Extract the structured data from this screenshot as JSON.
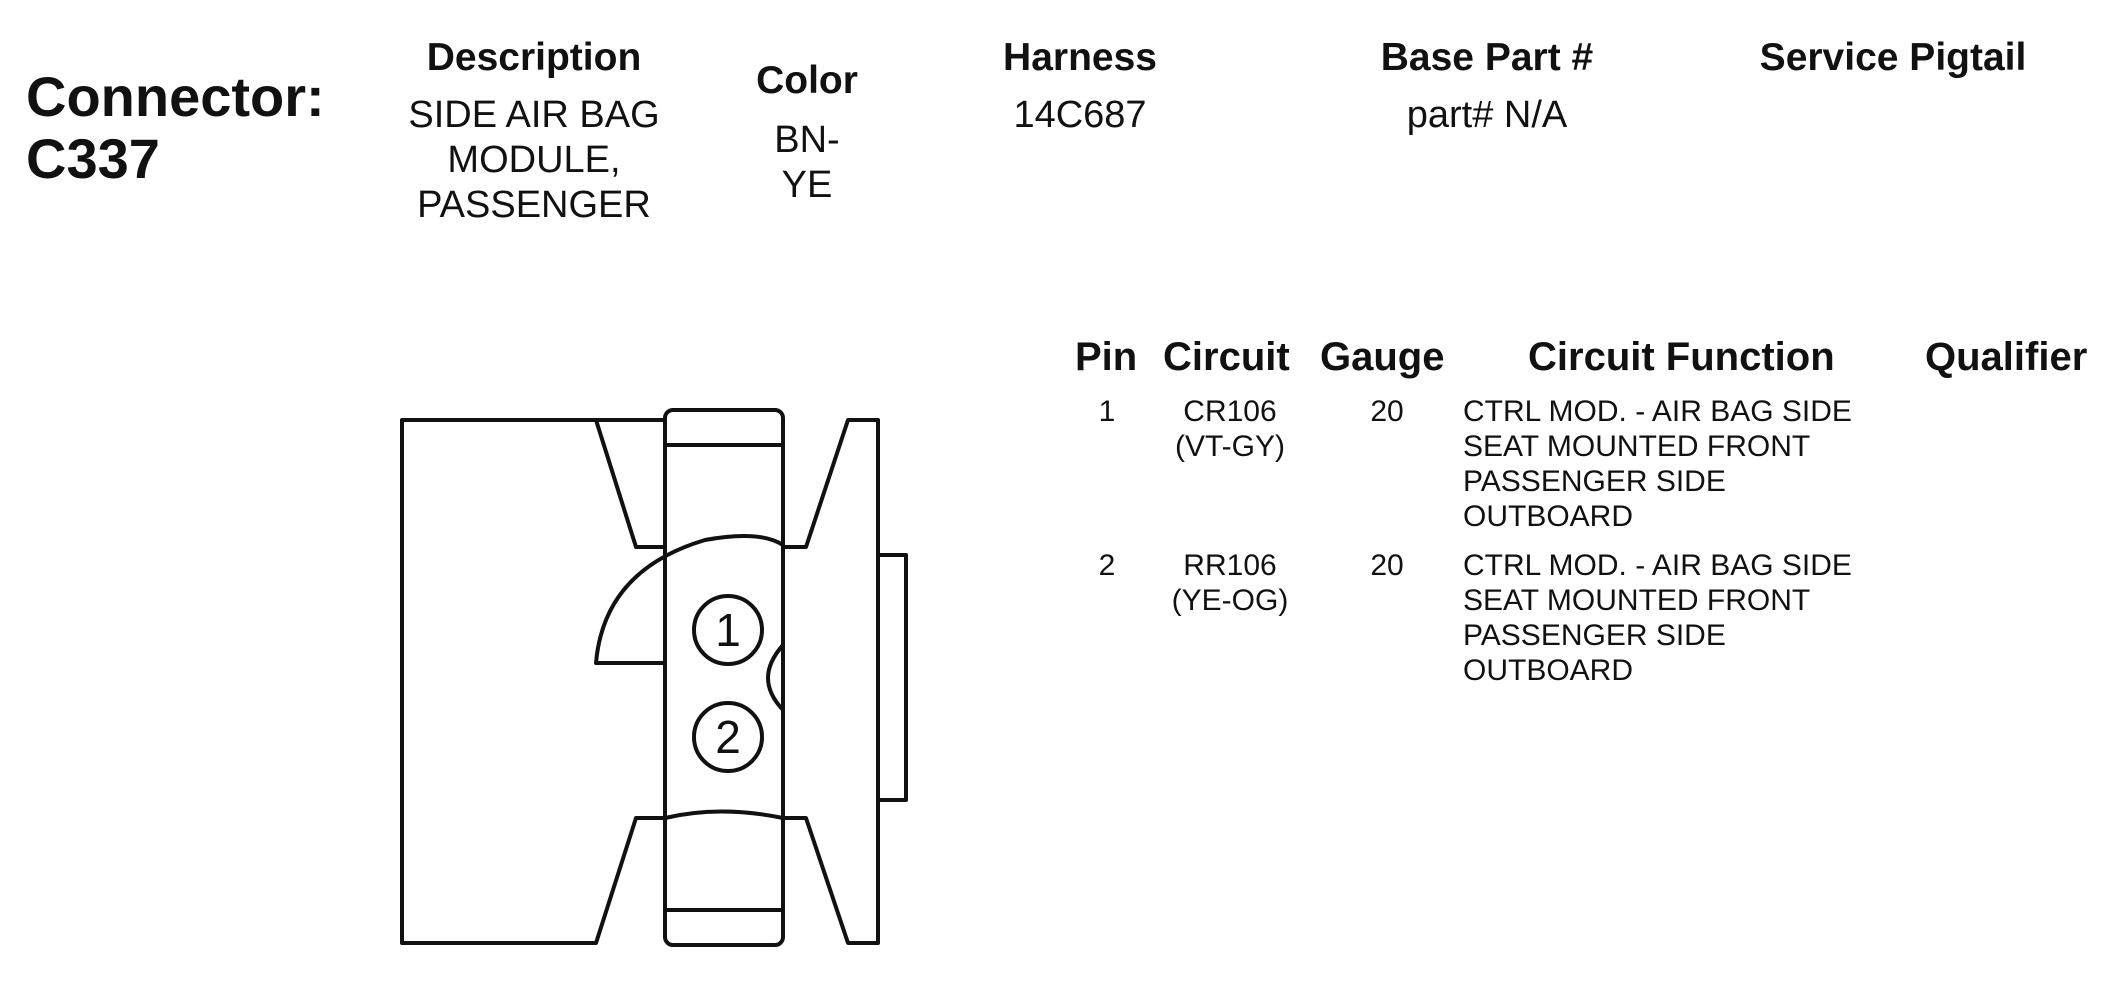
{
  "connector": {
    "label": "Connector:",
    "id": "C337"
  },
  "summary": {
    "description": {
      "header": "Description",
      "value": "SIDE AIR BAG\nMODULE,\nPASSENGER"
    },
    "color": {
      "header": "Color",
      "value": "BN-\nYE"
    },
    "harness": {
      "header": "Harness",
      "value": "14C687"
    },
    "base_part": {
      "header": "Base Part #",
      "value": "part# N/A"
    },
    "service_pigtail": {
      "header": "Service Pigtail",
      "value": ""
    }
  },
  "pin_table": {
    "headers": {
      "pin": "Pin",
      "circuit": "Circuit",
      "gauge": "Gauge",
      "function": "Circuit Function",
      "qualifier": "Qualifier"
    },
    "rows": [
      {
        "pin": "1",
        "circuit": "CR106\n(VT-GY)",
        "gauge": "20",
        "function": "CTRL MOD. - AIR BAG SIDE\nSEAT MOUNTED FRONT\nPASSENGER SIDE\nOUTBOARD",
        "qualifier": ""
      },
      {
        "pin": "2",
        "circuit": "RR106\n(YE-OG)",
        "gauge": "20",
        "function": "CTRL MOD. - AIR BAG SIDE\nSEAT MOUNTED FRONT\nPASSENGER SIDE\nOUTBOARD",
        "qualifier": ""
      }
    ]
  },
  "diagram": {
    "pin_labels": [
      "1",
      "2"
    ],
    "line_color": "#111111"
  }
}
